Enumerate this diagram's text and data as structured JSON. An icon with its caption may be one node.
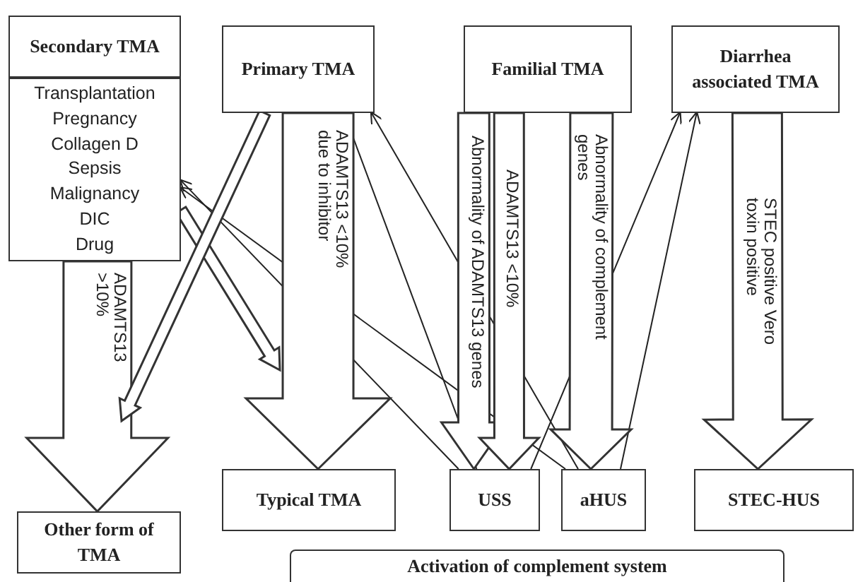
{
  "diagram": {
    "nodes": [
      {
        "text": [
          "Secondary TMA"
        ]
      },
      {
        "text": [
          "Transplantation",
          "Pregnancy",
          "Collagen D",
          "Sepsis",
          "Malignancy",
          "DIC",
          "Drug"
        ]
      },
      {
        "text": [
          "Primary TMA"
        ]
      },
      {
        "text": [
          "Familial TMA"
        ]
      },
      {
        "text": [
          "Diarrhea associated TMA"
        ]
      },
      {
        "text": [
          "Other form of TMA"
        ]
      },
      {
        "text": [
          "Typical TMA"
        ]
      },
      {
        "text": [
          "USS"
        ]
      },
      {
        "text": [
          "aHUS"
        ]
      },
      {
        "text": [
          "STEC-HUS"
        ]
      },
      {
        "text": [
          "Activation of complement system"
        ]
      }
    ],
    "edges": [
      {
        "from": 1,
        "to": 5,
        "arrow": "to",
        "label": "ADAMTS13 >10%",
        "style": "thick"
      },
      {
        "from": 2,
        "to": 6,
        "arrow": "to",
        "label": "ADAMTS13 <10% due to inhibitor",
        "style": "thick"
      },
      {
        "from": 3,
        "to": 7,
        "arrow": "to",
        "label": "Abnormality of ADAMTS13 genes",
        "style": "thick"
      },
      {
        "from": 3,
        "to": 7,
        "arrow": "to",
        "label": "ADAMTS13 <10%",
        "style": "thick"
      },
      {
        "from": 3,
        "to": 8,
        "arrow": "to",
        "label": "Abnormality of complement genes",
        "style": "thick"
      },
      {
        "from": 4,
        "to": 9,
        "arrow": "to",
        "label": "STEC positive Vero toxin positive",
        "style": "thick"
      },
      {
        "from": 1,
        "to": null,
        "arrow": "to",
        "style": "thick"
      },
      {
        "from": 2,
        "to": null,
        "arrow": "to",
        "style": "thick"
      },
      {
        "from": 7,
        "to": 1,
        "arrow": "to"
      },
      {
        "from": 8,
        "to": 1,
        "arrow": "to"
      },
      {
        "from": 7,
        "to": 2,
        "arrow": "to"
      },
      {
        "from": 8,
        "to": 2,
        "arrow": "to"
      },
      {
        "from": 7,
        "to": 4,
        "arrow": "to"
      },
      {
        "from": 8,
        "to": 4,
        "arrow": "to"
      }
    ]
  }
}
